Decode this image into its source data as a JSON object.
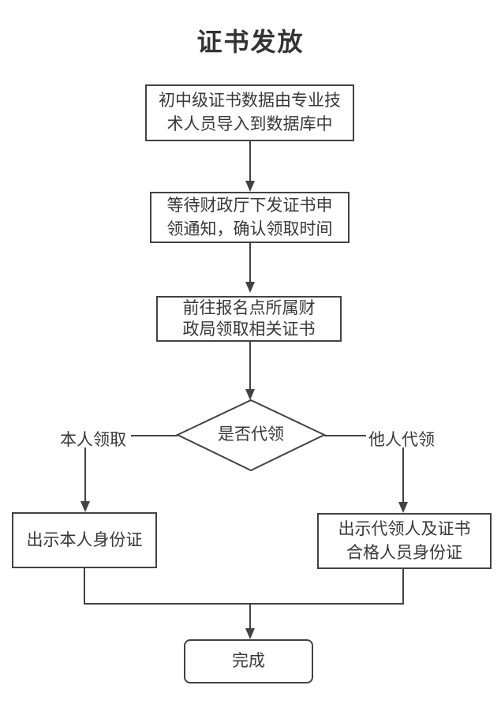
{
  "page": {
    "title": "证书发放"
  },
  "flow": {
    "step1": {
      "line1": "初中级证书数据由专业技",
      "line2": "术人员导入到数据库中"
    },
    "step2": {
      "line1": "等待财政厅下发证书申",
      "line2": "领通知，确认领取时间"
    },
    "step3": {
      "line1": "前往报名点所属财",
      "line2": "政局领取相关证书"
    },
    "decision": {
      "label": "是否代领",
      "left_branch": "本人领取",
      "right_branch": "他人代领"
    },
    "left_result": {
      "line1": "出示本人身份证"
    },
    "right_result": {
      "line1": "出示代领人及证书",
      "line2": "合格人员身份证"
    },
    "end": {
      "label": "完成"
    }
  },
  "colors": {
    "stroke": "#424242",
    "text": "#383838",
    "background": "#ffffff"
  }
}
